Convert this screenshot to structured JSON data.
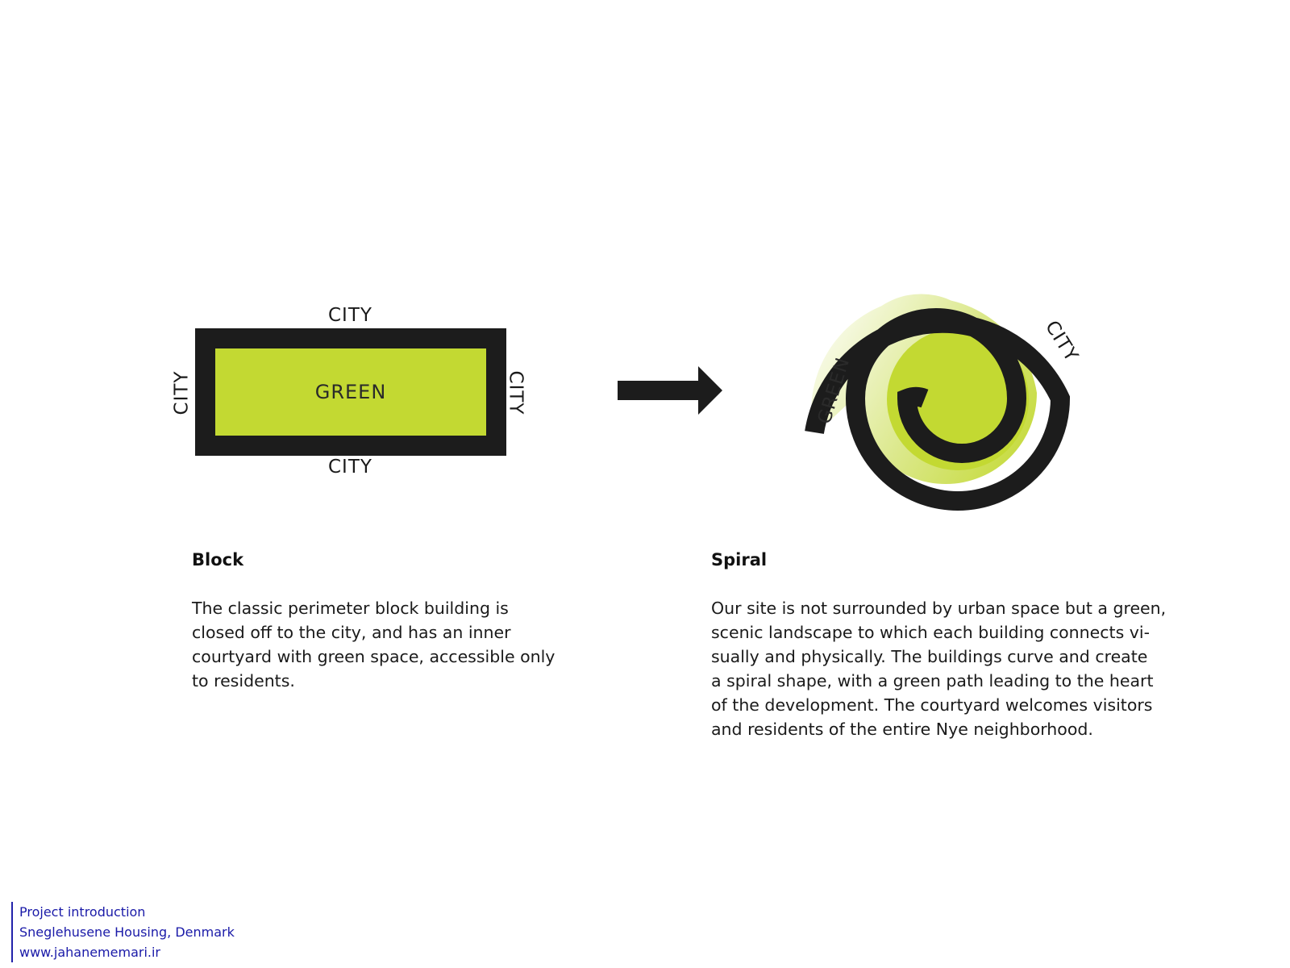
{
  "colors": {
    "green": "#c3d932",
    "green_light": "#eef3d6",
    "black": "#1c1c1c",
    "footer_blue": "#1a1aa8"
  },
  "block": {
    "top_label": "CITY",
    "bottom_label": "CITY",
    "left_label": "CITY",
    "right_label": "CITY",
    "center_label": "GREEN",
    "heading": "Block",
    "description": "The classic perimeter block building is\nclosed off to the city, and has an inner\ncourtyard with green space, accessible only\nto residents."
  },
  "arrow": {
    "icon": "right-arrow-icon"
  },
  "spiral": {
    "city_label": "CITY",
    "green_label": "GREEN",
    "heading": "Spiral",
    "description": "Our site is not surrounded by urban space but a green,\nscenic landscape to which each building connects vi-\nsually and physically. The buildings curve and create\na spiral shape, with a green path leading to the heart\nof the development. The courtyard welcomes visitors\nand residents of the entire Nye neighborhood."
  },
  "footer": {
    "line1": "Project introduction",
    "line2": "Sneglehusene Housing, Denmark",
    "line3": "www.jahanememari.ir"
  }
}
